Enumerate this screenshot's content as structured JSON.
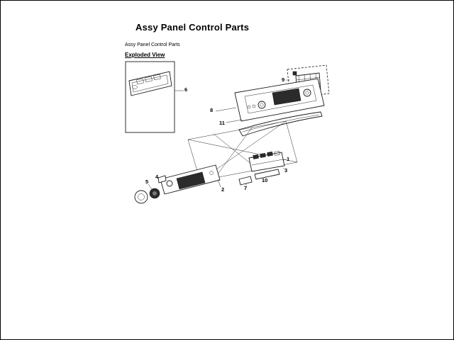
{
  "page": {
    "title": "Assy Panel Control Parts",
    "subtitle": "Assy Panel Control Parts",
    "section_label": "Exploded View"
  },
  "diagram": {
    "type": "exploded-parts-view",
    "callouts": [
      {
        "label": "6"
      },
      {
        "label": "9"
      },
      {
        "label": "8"
      },
      {
        "label": "11"
      },
      {
        "label": "1"
      },
      {
        "label": "3"
      },
      {
        "label": "10"
      },
      {
        "label": "7"
      },
      {
        "label": "2"
      },
      {
        "label": "4"
      },
      {
        "label": "5"
      }
    ]
  },
  "colors": {
    "line": "#1a1a1a",
    "background": "#ffffff",
    "dark_part": "#2b2b2b"
  }
}
